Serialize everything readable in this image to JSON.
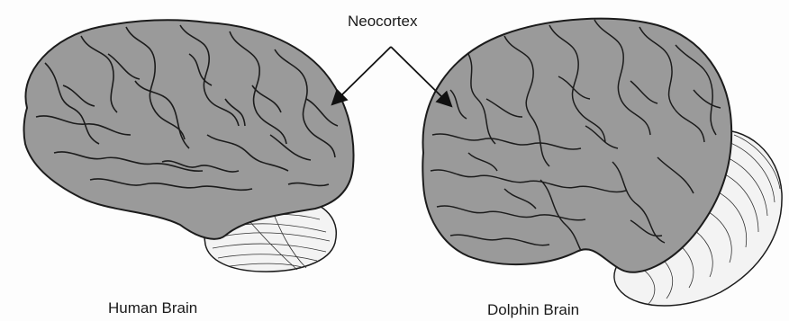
{
  "labels": {
    "neocortex": "Neocortex",
    "human_brain": "Human Brain",
    "dolphin_brain": "Dolphin Brain"
  },
  "colors": {
    "cortex_fill": "#9a9a9a",
    "cortex_stroke": "#1c1c1c",
    "cerebellum_fill": "#f2f2f2",
    "arrow": "#111111"
  }
}
